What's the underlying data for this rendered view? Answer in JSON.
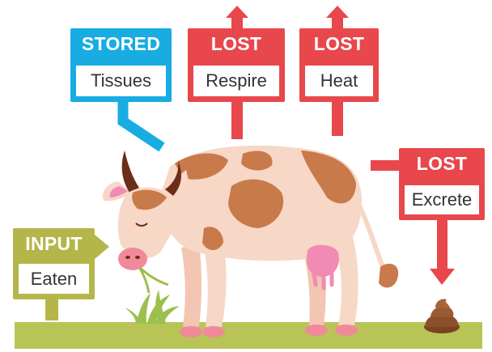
{
  "colors": {
    "stored": "#18ace3",
    "lost": "#e8474c",
    "input": "#b4b64a",
    "ground": "#b9c457",
    "cow_body": "#f7d7c6",
    "cow_spots": "#c87a4a",
    "udder": "#f28bb3",
    "poop": "#8c4f2b",
    "grass": "#9cbf4d"
  },
  "labels": {
    "stored": {
      "title": "STORED",
      "text": "Tissues"
    },
    "lost_respire": {
      "title": "LOST",
      "text": "Respire"
    },
    "lost_heat": {
      "title": "LOST",
      "text": "Heat"
    },
    "lost_excrete": {
      "title": "LOST",
      "text": "Excrete"
    },
    "input": {
      "title": "INPUT",
      "text": "Eaten"
    }
  },
  "icons": [
    "cow-illustration",
    "grass-tuft-icon",
    "poop-icon",
    "arrow-up-icon",
    "arrow-down-icon",
    "arrow-right-icon"
  ]
}
